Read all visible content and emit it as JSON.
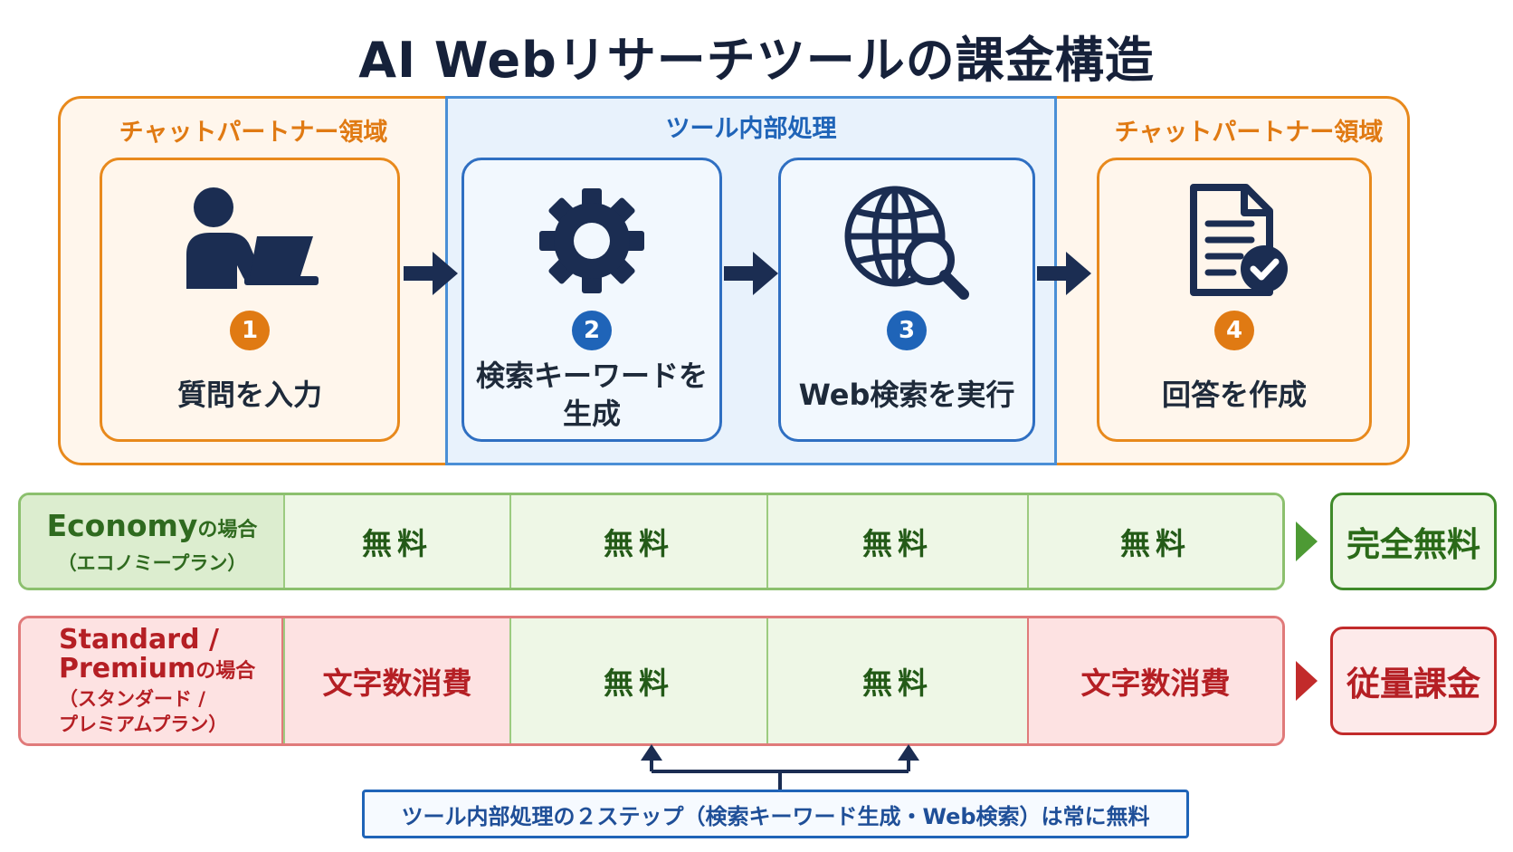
{
  "title": "AI Webリサーチツールの課金構造",
  "zones": {
    "left": "チャットパートナー領域",
    "middle": "ツール内部処理",
    "right": "チャットパートナー領域"
  },
  "steps": [
    {
      "number": "1",
      "label": "質問を入力",
      "icon": "person-laptop-icon"
    },
    {
      "number": "2",
      "label_line1": "検索キーワードを",
      "label_line2": "生成",
      "icon": "gear-icon"
    },
    {
      "number": "3",
      "label": "Web検索を実行",
      "icon": "globe-search-icon"
    },
    {
      "number": "4",
      "label": "回答を作成",
      "icon": "document-check-icon"
    }
  ],
  "economy": {
    "plan_name": "Economy",
    "plan_suffix": "の場合",
    "plan_sub": "（エコノミープラン）",
    "cells": [
      "無料",
      "無料",
      "無料",
      "無料"
    ],
    "result": "完全無料"
  },
  "standard": {
    "plan_name_1": "Standard /",
    "plan_name_2": "Premium",
    "plan_suffix": "の場合",
    "plan_sub_1": "（スタンダード /",
    "plan_sub_2": "プレミアムプラン）",
    "cells": [
      "文字数消費",
      "無料",
      "無料",
      "文字数消費"
    ],
    "result": "従量課金"
  },
  "note": "ツール内部処理の２ステップ（検索キーワード生成・Web検索）は常に無料",
  "colors": {
    "orange": "#e07a13",
    "blue": "#1f64b8",
    "navy": "#1b2d52",
    "green": "#2f6a1f",
    "red": "#b51f24"
  }
}
